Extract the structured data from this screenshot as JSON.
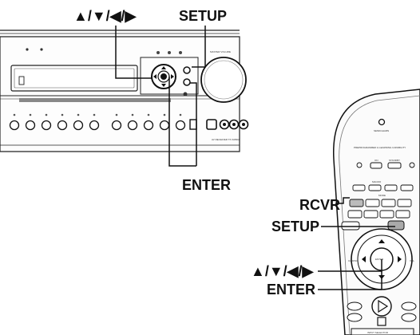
{
  "callouts": {
    "arrows_top": "▲/▼/◀/▶",
    "setup_top": "SETUP",
    "enter_mid": "ENTER",
    "rcvr": "RCVR",
    "setup_remote": "SETUP",
    "arrows_remote": "▲/▼/◀/▶",
    "enter_remote": "ENTER"
  },
  "receiver": {
    "model": "AV RECEIVER  TX-SR602",
    "master_volume": "MASTER VOLUME"
  },
  "remote": {
    "send_learn": "SEND/LEARN",
    "preprogrammed": "PREPROGRAMMED & LEARNING CAPABILITY",
    "on": "ON",
    "standby": "STANDBY",
    "macro": "MACRO",
    "mode": "MODE",
    "enter_btn": "ENTER",
    "vol": "VOL",
    "ch_disc": "CH DISC",
    "input_selector": "INPUT SELECTOR"
  }
}
